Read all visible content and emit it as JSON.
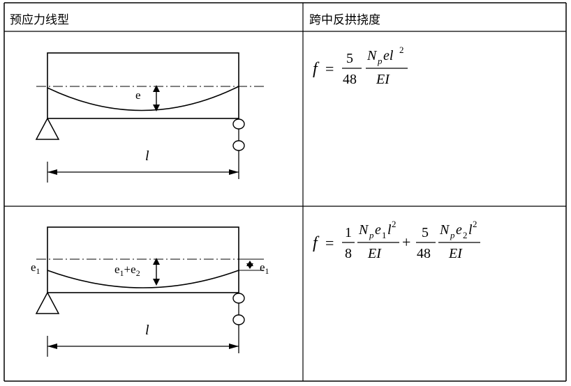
{
  "table": {
    "headers": [
      "预应力线型",
      "跨中反拱挠度"
    ]
  },
  "row1": {
    "diagram": {
      "label_e": "e",
      "label_span": "l"
    },
    "formula": {
      "lhs": "f",
      "eq": "=",
      "coef_num": "5",
      "coef_den": "48",
      "np_N": "N",
      "np_sub": "p",
      "el": "el",
      "sq": "2",
      "den": "EI"
    }
  },
  "row2": {
    "diagram": {
      "label_e1_left_base": "e",
      "label_e1_left_sub": "1",
      "label_mid_a": "e",
      "label_mid_a_sub": "1",
      "label_mid_plus": "+e",
      "label_mid_b_sub": "2",
      "label_e1_right_base": "e",
      "label_e1_right_sub": "1",
      "label_span": "l"
    },
    "formula": {
      "lhs": "f",
      "eq": "=",
      "t1_num": "1",
      "t1_den": "8",
      "t1_N": "N",
      "t1_p": "p",
      "t1_e": "e",
      "t1_e_sub": "1",
      "t1_l": "l",
      "t1_sq": "2",
      "t1_den_text": "EI",
      "plus": "+",
      "t2_num": "5",
      "t2_den": "48",
      "t2_N": "N",
      "t2_p": "p",
      "t2_e": "e",
      "t2_e_sub": "2",
      "t2_l": "l",
      "t2_sq": "2",
      "t2_den_text": "EI"
    }
  }
}
